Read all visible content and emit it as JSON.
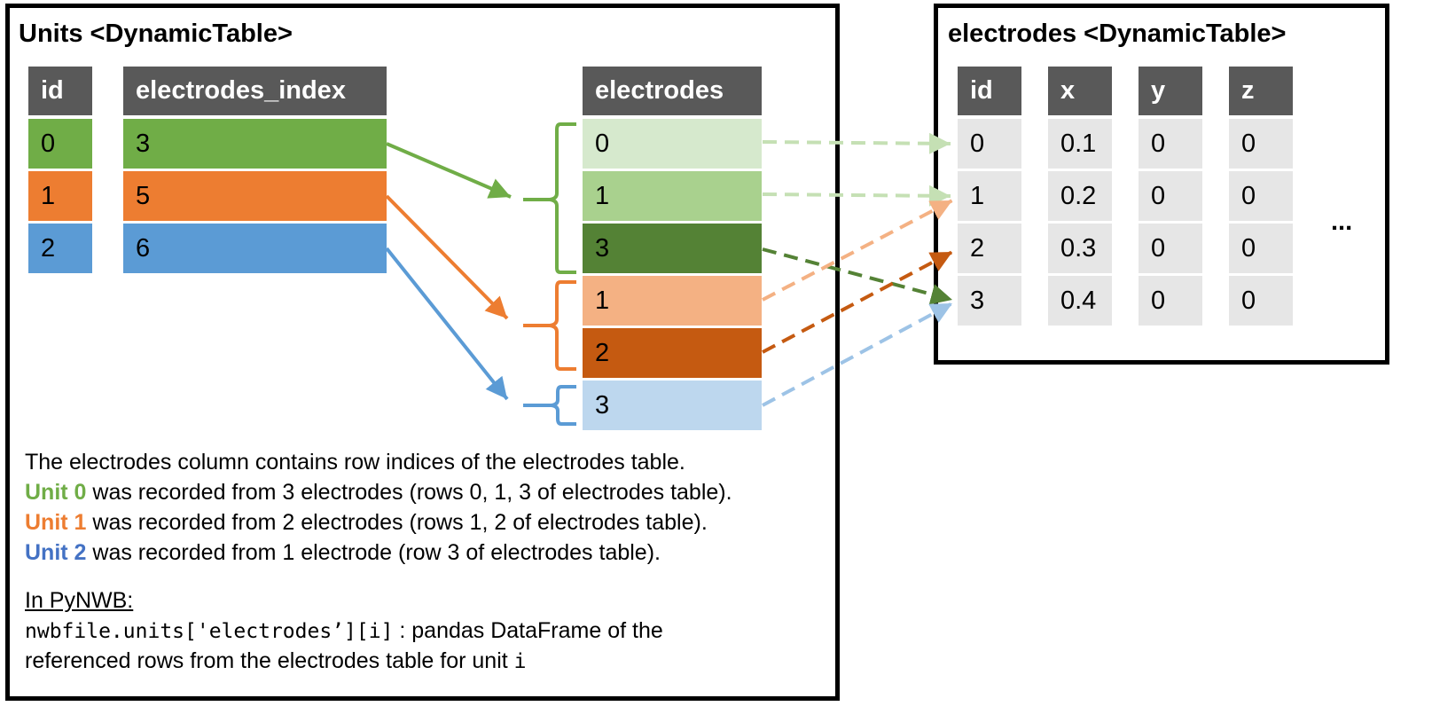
{
  "colors": {
    "green": "#70ad47",
    "orange": "#ed7d31",
    "blue": "#5b9bd5",
    "green_light": "#d6e9cd",
    "green_mid": "#a9d18e",
    "green_dark": "#548235",
    "orange_light": "#f4b183",
    "orange_dark": "#c55a11",
    "blue_light": "#bdd7ee",
    "header": "#595959",
    "grey_cell": "#e6e6e6",
    "unit2_text": "#4472c4"
  },
  "units_table": {
    "title": "Units <DynamicTable>",
    "id_header": "id",
    "electrodes_index_header": "electrodes_index",
    "electrodes_header": "electrodes",
    "rows": [
      {
        "id": "0",
        "electrodes_index": "3"
      },
      {
        "id": "1",
        "electrodes_index": "5"
      },
      {
        "id": "2",
        "electrodes_index": "6"
      }
    ],
    "electrodes_values": [
      "0",
      "1",
      "3",
      "1",
      "2",
      "3"
    ]
  },
  "electrodes_table": {
    "title": "electrodes <DynamicTable>",
    "headers": [
      "id",
      "x",
      "y",
      "z"
    ],
    "rows": [
      [
        "0",
        "0.1",
        "0",
        "0"
      ],
      [
        "1",
        "0.2",
        "0",
        "0"
      ],
      [
        "2",
        "0.3",
        "0",
        "0"
      ],
      [
        "3",
        "0.4",
        "0",
        "0"
      ]
    ],
    "ellipsis": "..."
  },
  "description": {
    "line1": "The electrodes column contains row indices of the electrodes table.",
    "unit0_label": "Unit 0",
    "unit0_text": " was recorded from 3 electrodes (rows 0, 1, 3 of electrodes table).",
    "unit1_label": "Unit 1",
    "unit1_text": " was recorded from 2 electrodes (rows 1, 2 of electrodes table).",
    "unit2_label": "Unit 2",
    "unit2_text": " was recorded from 1 electrode (row 3 of electrodes table).",
    "pynwb_heading": "In PyNWB:",
    "code": "nwbfile.units['electrodes’][i]",
    "code_desc": " : pandas DataFrame of the",
    "line_last_a": "referenced rows from the electrodes table for unit ",
    "line_last_code": "i"
  }
}
